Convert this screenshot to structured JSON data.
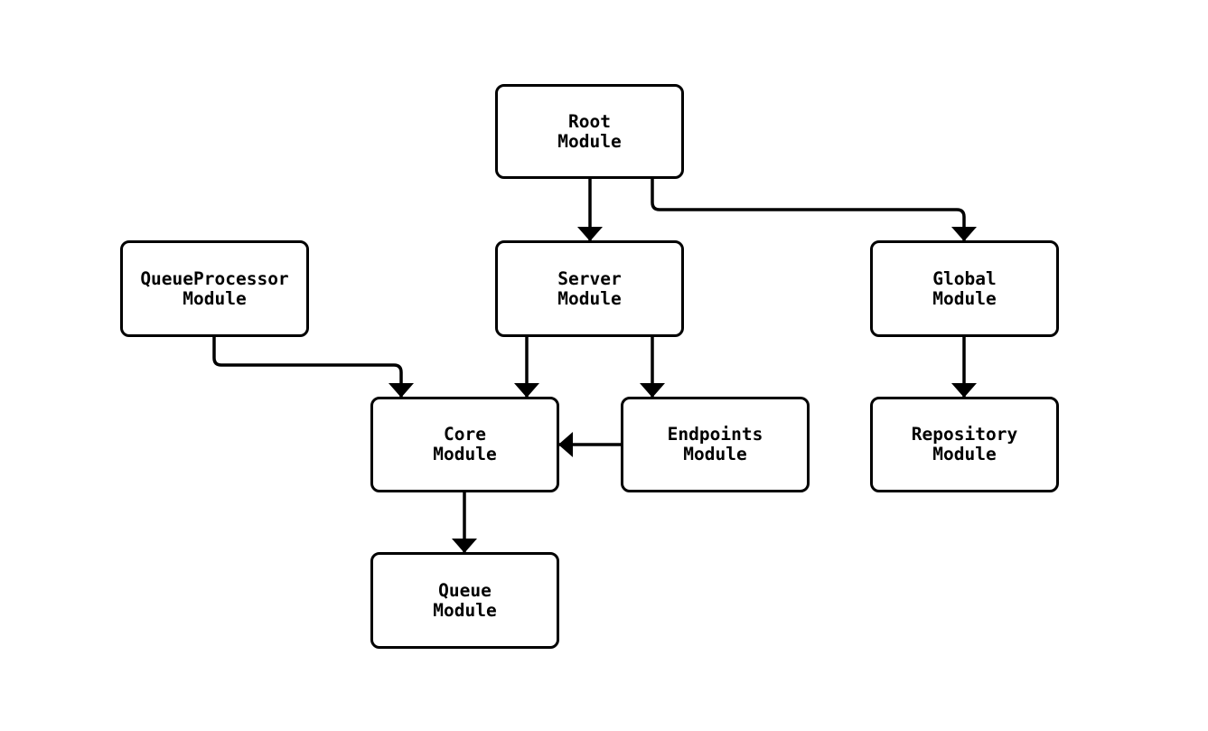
{
  "diagram": {
    "type": "flowchart",
    "direction": "top-down",
    "colors": {
      "stroke": "#000000",
      "node_fill": "#ffffff",
      "background": "#ffffff",
      "text": "#000000"
    },
    "nodes": [
      {
        "id": "RootModule",
        "line1": "Root",
        "line2": "Module"
      },
      {
        "id": "QueueProcessorModule",
        "line1": "QueueProcessor",
        "line2": "Module"
      },
      {
        "id": "ServerModule",
        "line1": "Server",
        "line2": "Module"
      },
      {
        "id": "GlobalModule",
        "line1": "Global",
        "line2": "Module"
      },
      {
        "id": "CoreModule",
        "line1": "Core",
        "line2": "Module"
      },
      {
        "id": "EndpointsModule",
        "line1": "Endpoints",
        "line2": "Module"
      },
      {
        "id": "RepositoryModule",
        "line1": "Repository",
        "line2": "Module"
      },
      {
        "id": "QueueModule",
        "line1": "Queue",
        "line2": "Module"
      }
    ],
    "edges": [
      {
        "from": "RootModule",
        "to": "ServerModule"
      },
      {
        "from": "RootModule",
        "to": "GlobalModule"
      },
      {
        "from": "QueueProcessorModule",
        "to": "CoreModule"
      },
      {
        "from": "ServerModule",
        "to": "CoreModule"
      },
      {
        "from": "ServerModule",
        "to": "EndpointsModule"
      },
      {
        "from": "EndpointsModule",
        "to": "CoreModule"
      },
      {
        "from": "GlobalModule",
        "to": "RepositoryModule"
      },
      {
        "from": "CoreModule",
        "to": "QueueModule"
      }
    ]
  }
}
